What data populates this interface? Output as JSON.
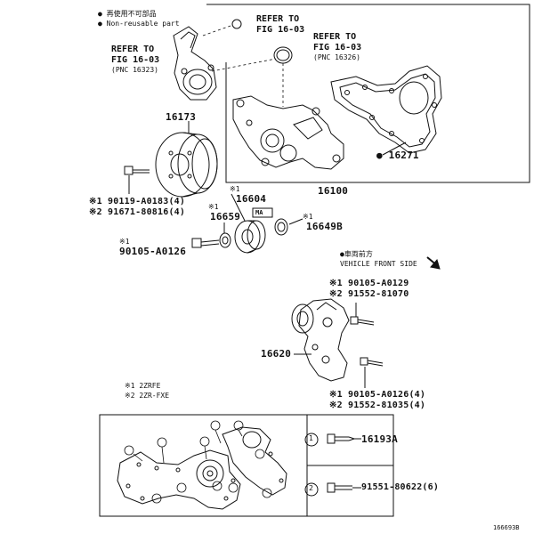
{
  "legend": {
    "line1": "● 再使用不可部品",
    "line2": "● Non-reusable part"
  },
  "refs": {
    "ref_right": {
      "line1": "REFER TO",
      "line2": "FIG 16-03"
    },
    "ref_left": {
      "line1": "REFER TO",
      "line2": "FIG 16-03",
      "line3": "(PNC 16323)"
    },
    "ref_mid": {
      "line1": "REFER TO",
      "line2": "FIG 16-03",
      "line3": "(PNC 16326)"
    }
  },
  "parts": {
    "p16173": "16173",
    "p16100": "16100",
    "p16271": "● 16271",
    "bolt_a_line1": "※1 90119-A0183(4)",
    "bolt_a_line2": "※2 91671-80816(4)",
    "p16604_mark": "※1",
    "p16604": "16604",
    "p16659_mark": "※1",
    "p16659": "16659",
    "p16649b_mark": "※1",
    "p16649b": "16649B",
    "p90105_mark": "※1",
    "p90105": "90105-A0126",
    "bolt_b_line1": "※1 90105-A0129",
    "bolt_b_line2": "※2 91552-81070",
    "p16620": "16620",
    "bolt_c_line1": "※1 90105-A0126(4)",
    "bolt_c_line2": "※2 91552-81035(4)",
    "p16193a": "16193A",
    "p91551": "91551-80622(6)",
    "diagram_id": "166693B"
  },
  "notes": {
    "front_jp": "●車両前方",
    "front_en": "VEHICLE FRONT SIDE",
    "engine1": "※1 2ZRFE",
    "engine2": "※2 2ZR-FXE",
    "ma_label": "MA"
  },
  "callouts": {
    "c1": "1",
    "c2": "2"
  }
}
